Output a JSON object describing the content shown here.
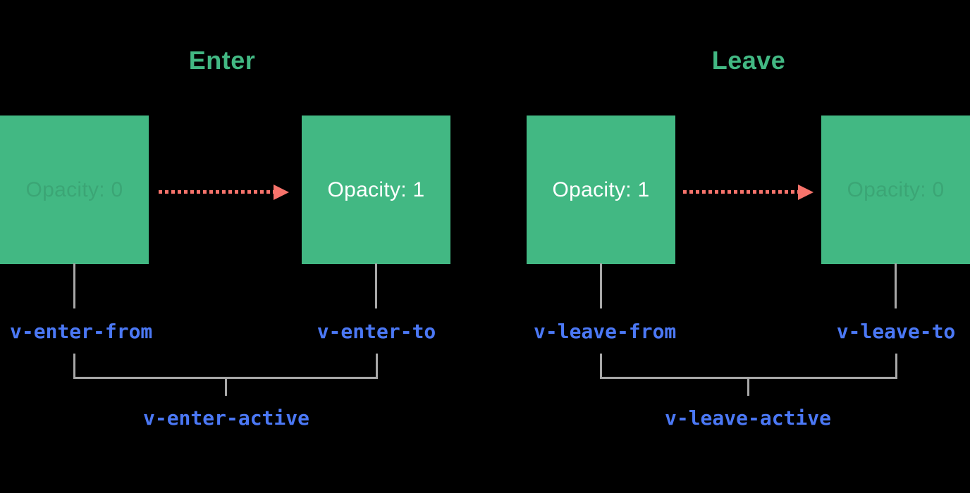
{
  "colors": {
    "background": "#000000",
    "green": "#42b883",
    "arrow_red": "#f7736b",
    "class_blue": "#4b78f5",
    "line_gray": "#a8a8a8",
    "box_text": "#ffffff"
  },
  "groups": [
    {
      "title": "Enter",
      "from_box_label": "Opacity: 0",
      "to_box_label": "Opacity: 1",
      "from_class": "v-enter-from",
      "to_class": "v-enter-to",
      "active_class": "v-enter-active"
    },
    {
      "title": "Leave",
      "from_box_label": "Opacity: 1",
      "to_box_label": "Opacity: 0",
      "from_class": "v-leave-from",
      "to_class": "v-leave-to",
      "active_class": "v-leave-active"
    }
  ]
}
